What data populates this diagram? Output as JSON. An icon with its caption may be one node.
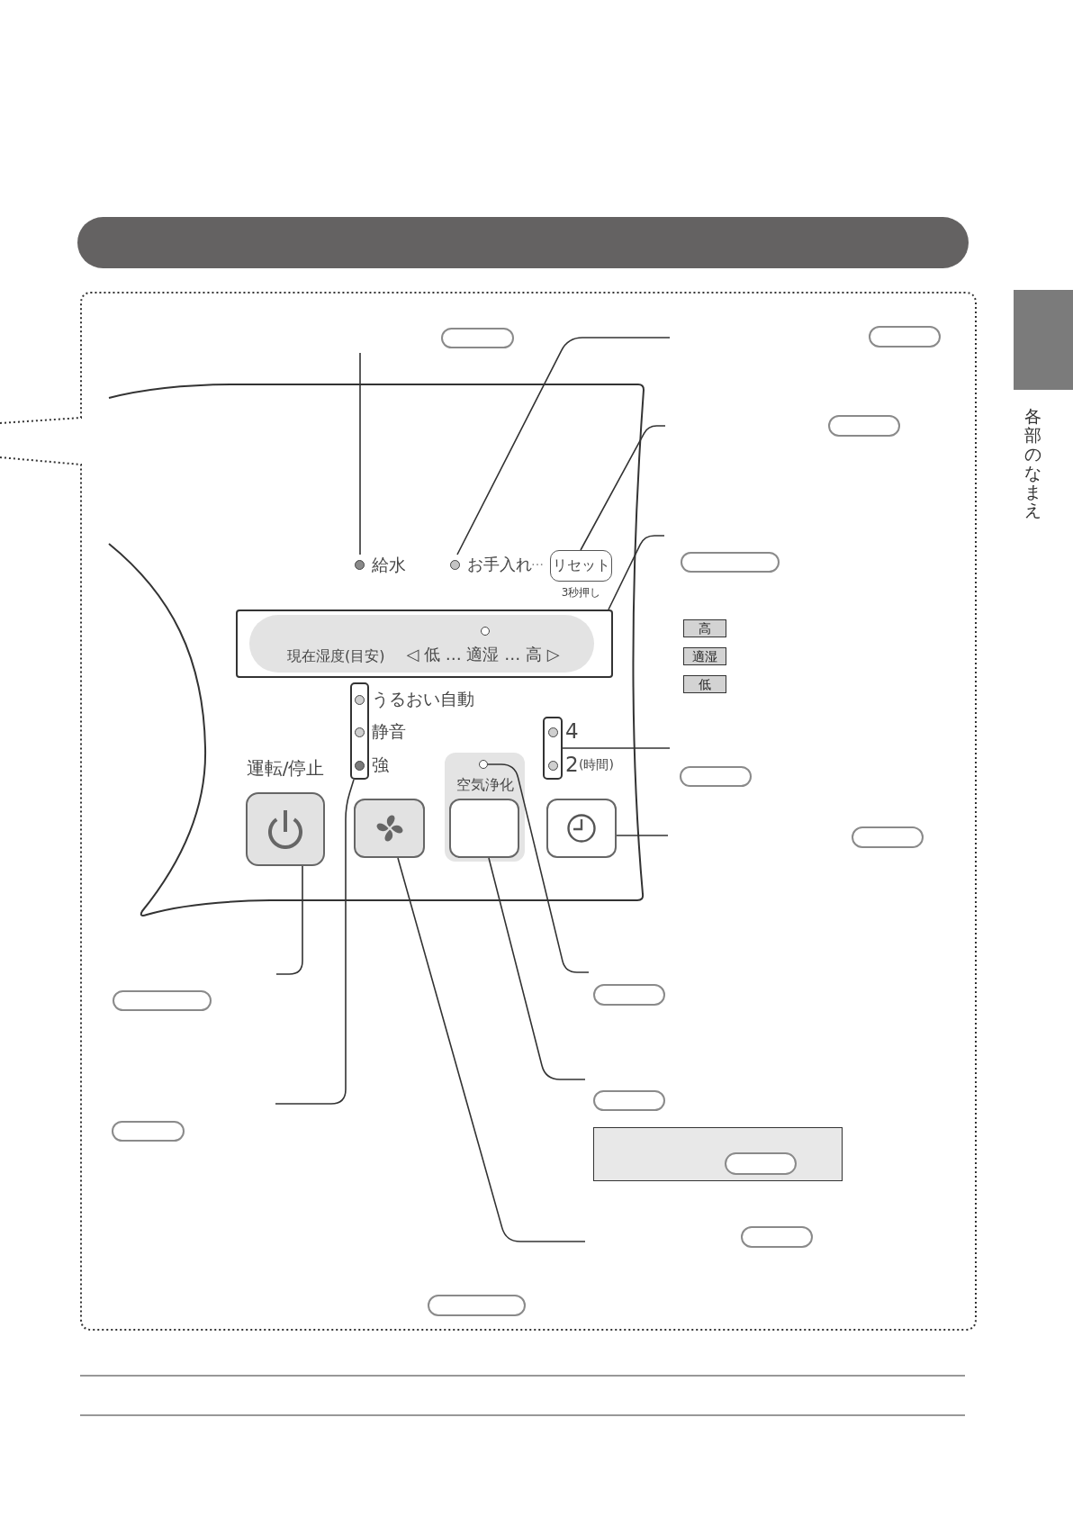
{
  "diagram": {
    "nodes": [
      {
        "text": [
          "給水"
        ]
      },
      {
        "text": [
          "お手入れ"
        ]
      },
      {
        "text": [
          "リセット"
        ],
        "beside": [
          "3秒押し"
        ]
      },
      {
        "text": [
          "現在湿度(目安)",
          "◁ 低 … 適湿 … 高 ▷"
        ]
      },
      {
        "text": [],
        "shape": "box"
      },
      {
        "text": [],
        "shape": "box"
      },
      {
        "text": [
          "運転/停止"
        ]
      },
      {
        "text": [],
        "shape": "box"
      },
      {
        "text": [
          "空気浄化"
        ]
      },
      {
        "text": [],
        "shape": "circle",
        "in": 8
      },
      {
        "text": [],
        "shape": "box",
        "in": 8
      },
      {
        "text": [],
        "shape": "box"
      },
      {
        "text": [
          "各部のなまえ"
        ]
      }
    ],
    "edges": [
      {
        "from": null,
        "to": 0,
        "arrow": "none"
      },
      {
        "from": null,
        "to": 1,
        "arrow": "none"
      },
      {
        "from": null,
        "to": 2,
        "arrow": "none"
      },
      {
        "from": null,
        "to": 3,
        "arrow": "none"
      },
      {
        "from": null,
        "to": 5,
        "arrow": "none"
      },
      {
        "from": null,
        "to": 11,
        "arrow": "none"
      },
      {
        "from": null,
        "to": 9,
        "arrow": "none"
      },
      {
        "from": null,
        "to": 10,
        "arrow": "none"
      },
      {
        "from": null,
        "to": 7,
        "arrow": "none"
      },
      {
        "from": null,
        "to": 4,
        "arrow": "none"
      },
      {
        "from": null,
        "to": 6,
        "arrow": "none"
      }
    ],
    "labels": [
      "…",
      "高",
      "適湿",
      "低",
      "うるおい自動",
      "静音",
      "4",
      "強",
      "2",
      "(時間)"
    ]
  }
}
